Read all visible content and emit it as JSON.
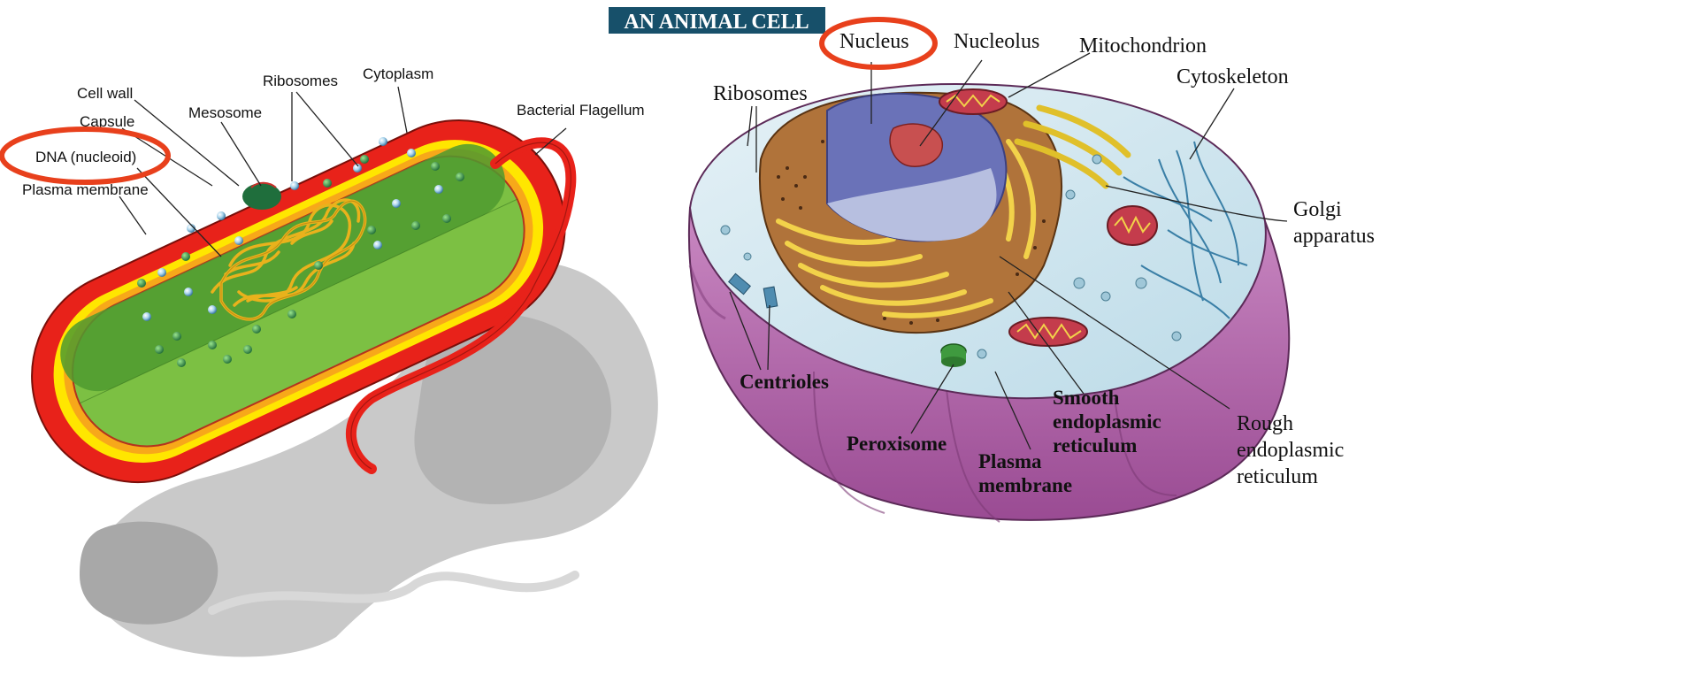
{
  "bacterium": {
    "labels": {
      "cell_wall": "Cell wall",
      "capsule": "Capsule",
      "dna": "DNA (nucleoid)",
      "plasma_membrane": "Plasma membrane",
      "mesosome": "Mesosome",
      "ribosomes": "Ribosomes",
      "cytoplasm": "Cytoplasm",
      "flagellum": "Bacterial Flagellum"
    }
  },
  "animal_cell": {
    "title": "AN ANIMAL CELL",
    "labels": {
      "nucleus": "Nucleus",
      "nucleolus": "Nucleolus",
      "mitochondrion": "Mitochondrion",
      "cytoskeleton": "Cytoskeleton",
      "ribosomes": "Ribosomes",
      "golgi_1": "Golgi",
      "golgi_2": "apparatus",
      "centrioles": "Centrioles",
      "smooth_1": "Smooth",
      "smooth_2": "endoplasmic",
      "smooth_3": "reticulum",
      "rough_1": "Rough",
      "rough_2": "endoplasmic",
      "rough_3": "reticulum",
      "peroxisome": "Peroxisome",
      "plasma_1": "Plasma",
      "plasma_2": "membrane"
    }
  },
  "colors": {
    "highlight_ring": "#e8401c",
    "title_bg": "#17506a",
    "cell_wall": "#e8221a",
    "capsule": "#ffe600",
    "cytoplasm": "#6fb03a",
    "cell_membrane": "#b65d9e"
  }
}
